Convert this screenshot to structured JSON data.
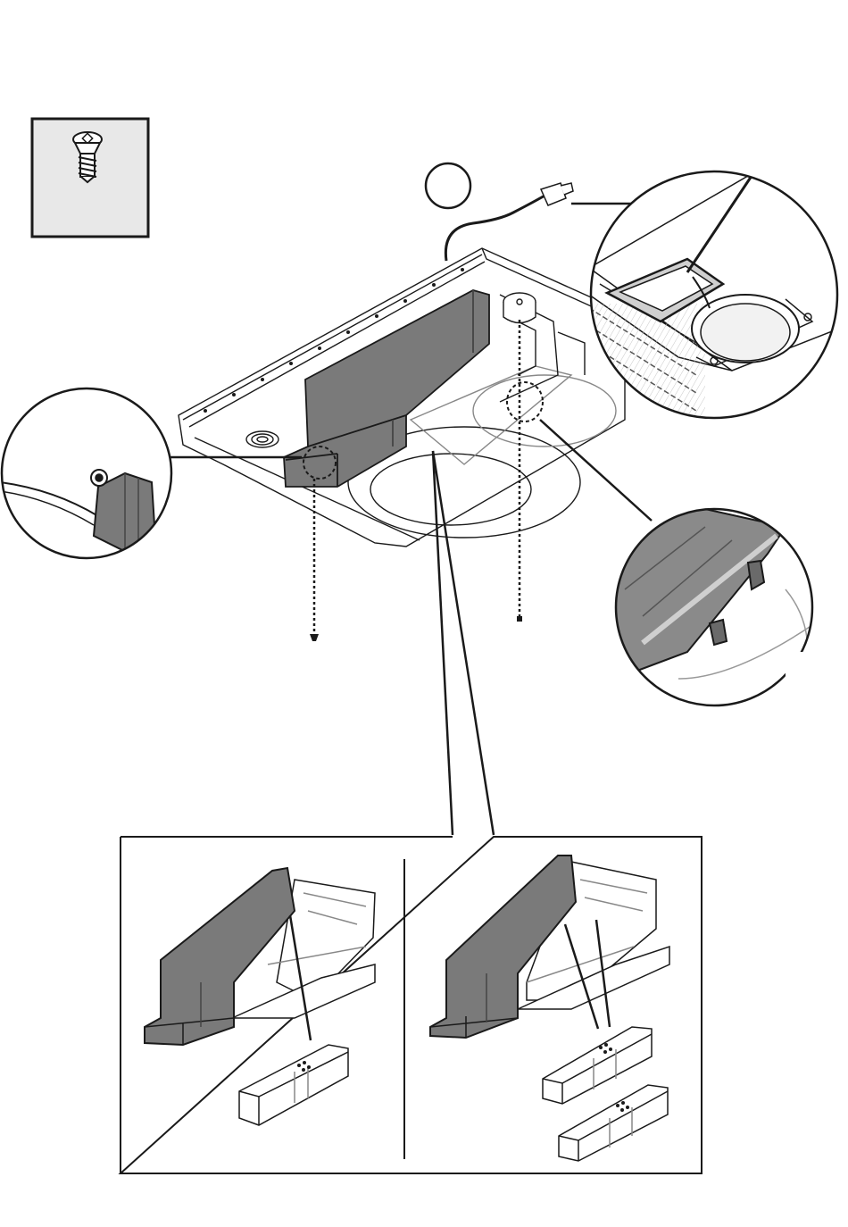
{
  "page": {
    "kind": "assembly-instruction-diagram",
    "background_color": "#ffffff",
    "line_color": "#1a1a1a",
    "highlight_fill": "#7a7a7a",
    "panel_fill": "#e8e8e8"
  },
  "hardware_box": {
    "icon": "screw-icon"
  },
  "main_view": {
    "parts": [
      "hood-body-underside",
      "air-duct-channel",
      "power-cable",
      "blower-housing"
    ]
  },
  "callouts": [
    {
      "name": "callout-screw-detail",
      "icon": "screw-icon"
    },
    {
      "name": "callout-cable-opening",
      "icon": "cable-plug-icon"
    },
    {
      "name": "callout-clip-detail",
      "icon": "clip-icon"
    }
  ],
  "variants": [
    {
      "name": "variant-single-filter",
      "filter_count": 1
    },
    {
      "name": "variant-double-filter",
      "filter_count": 2
    }
  ]
}
